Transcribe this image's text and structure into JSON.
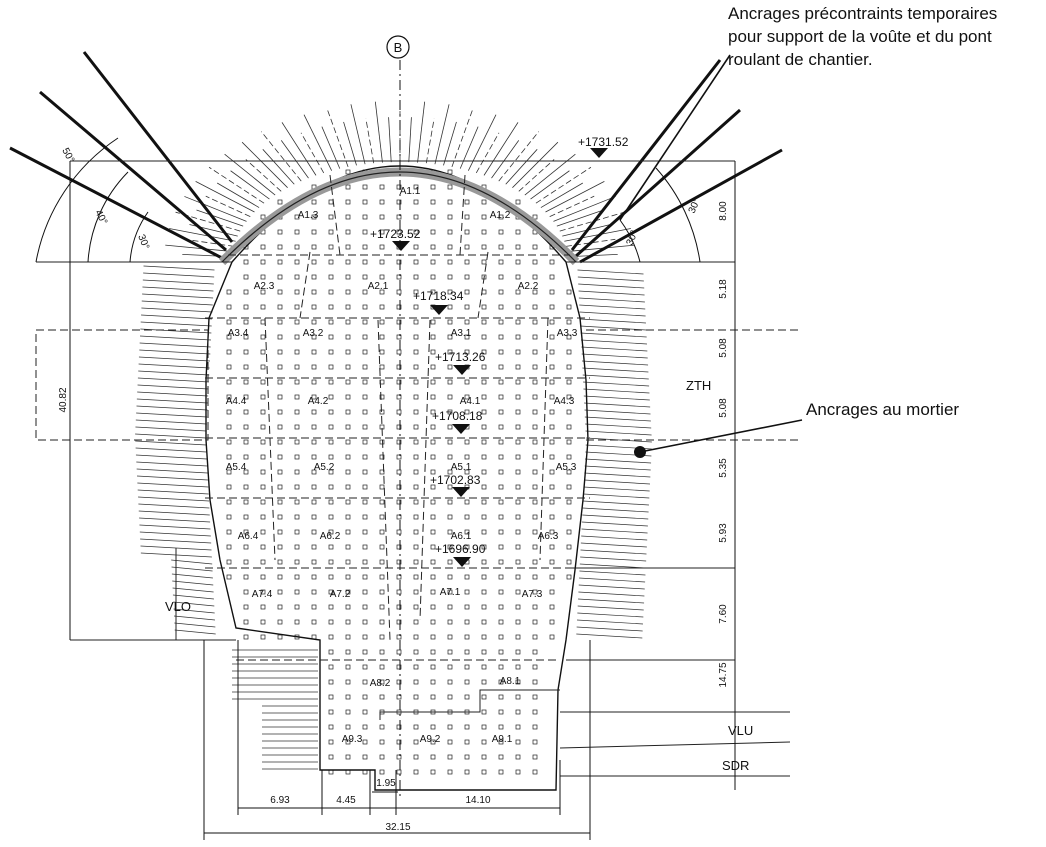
{
  "callouts": {
    "temporary_anchors": [
      "Ancrages précontraints temporaires",
      "pour support de la voûte et du pont",
      "roulant de chantier."
    ],
    "mortar_anchors": "Ancrages au mortier"
  },
  "axis_marker": "B",
  "zones": {
    "A1.1": "A1.1",
    "A1.2": "A1.2",
    "A1.3": "A1.3",
    "A2.1": "A2.1",
    "A2.2": "A2.2",
    "A2.3": "A2.3",
    "A3.1": "A3.1",
    "A3.2": "A3.2",
    "A3.3": "A3.3",
    "A3.4": "A3.4",
    "A4.1": "A4.1",
    "A4.2": "A4.2",
    "A4.3": "A4.3",
    "A4.4": "A4.4",
    "A5.1": "A5.1",
    "A5.2": "A5.2",
    "A5.3": "A5.3",
    "A5.4": "A5.4",
    "A6.1": "A6.1",
    "A6.2": "A6.2",
    "A6.3": "A6.3",
    "A6.4": "A6.4",
    "A7.1": "A7.1",
    "A7.2": "A7.2",
    "A7.3": "A7.3",
    "A7.4": "A7.4",
    "A8.1": "A8.1",
    "A8.2": "A8.2",
    "A9.1": "A9.1",
    "A9.2": "A9.2",
    "A9.3": "A9.3"
  },
  "elevations": [
    "+1731.52",
    "+1723.52",
    "+1718.34",
    "+1713.26",
    "+1708.18",
    "+1702.83",
    "+1696.90"
  ],
  "right_dimensions": [
    "8.00",
    "5.18",
    "5.08",
    "5.08",
    "5.35",
    "5.93",
    "7.60",
    "14.75"
  ],
  "left_dimension": "40.82",
  "bottom_dimensions": [
    "6.93",
    "4.45",
    "1.95",
    "14.10"
  ],
  "total_width": "32.15",
  "angles": [
    "50°",
    "40°",
    "30°",
    "30°",
    "30°"
  ],
  "tags": {
    "ZTH": "ZTH",
    "VLO": "VLO",
    "VLU": "VLU",
    "SDR": "SDR"
  }
}
